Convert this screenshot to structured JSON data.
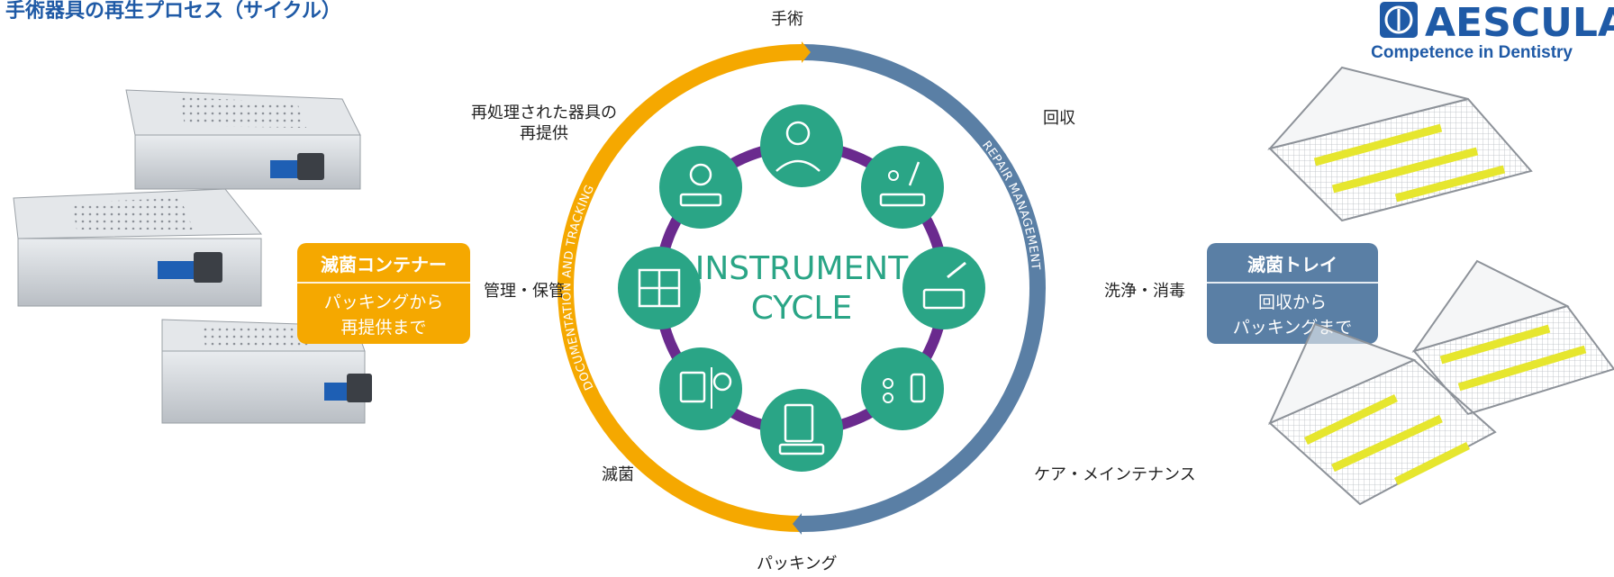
{
  "title": "手術器具の再生プロセス（サイクル）",
  "logo": {
    "brand": "AESCULAP",
    "tagline": "Competence in Dentistry"
  },
  "cycle": {
    "center_line1": "INSTRUMENT",
    "center_line2": "CYCLE",
    "arc_left_text": "DOCUMENTATION AND TRACKING",
    "arc_right_text": "REPAIR MANAGEMENT",
    "stages": {
      "surgery": "手術",
      "collection": "回収",
      "cleaning": "洗浄・消毒",
      "care": "ケア・メインテナンス",
      "packing": "パッキング",
      "sterilization": "滅菌",
      "storage": "管理・保管",
      "resupply_line1": "再処理された器具の",
      "resupply_line2": "再提供"
    }
  },
  "container_box": {
    "title": "滅菌コンテナー",
    "line1": "パッキングから",
    "line2": "再提供まで"
  },
  "tray_box": {
    "title": "滅菌トレイ",
    "line1": "回収から",
    "line2": "パッキングまで"
  },
  "colors": {
    "orange": "#f5a800",
    "blue": "#5a7fa5",
    "teal": "#2aa586",
    "purple": "#6a2a8e",
    "brand_blue": "#1f5aa6"
  }
}
